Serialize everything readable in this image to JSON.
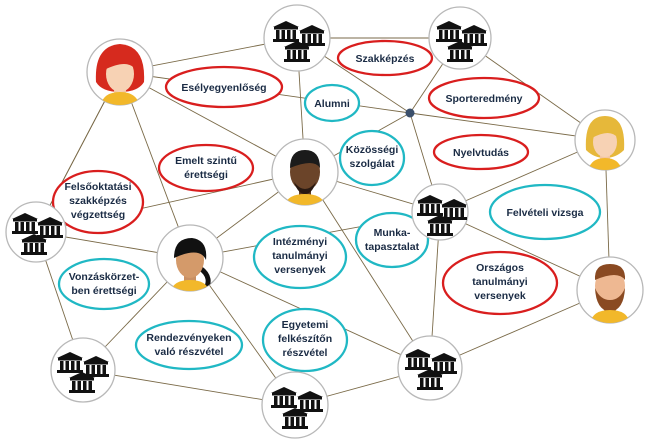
{
  "colors": {
    "red_ellipse": "#d91e1e",
    "teal_ellipse": "#20b8c4",
    "edge": "#7a6a48",
    "node_stroke": "#b8b8b8",
    "hub": "#3b4f6b",
    "label_text": "#1a2b44"
  },
  "node_icons": {
    "institution": "bank-building-icon",
    "person": "person-avatar-icon"
  },
  "labels": {
    "eselyegyenloseg": "Esélyegyenlőség",
    "szakkepzes": "Szakképzés",
    "alumni": "Alumni",
    "sporteredmeny": "Sporteredmény",
    "kozossegi": [
      "Közösségi",
      "szolgálat"
    ],
    "nyelvtudas": "Nyelvtudás",
    "emelt": [
      "Emelt szintű",
      "érettségi"
    ],
    "felsooktatasi": [
      "Felsőoktatási",
      "szakképzés",
      "végzettség"
    ],
    "felveteli": "Felvételi vizsga",
    "intezmenyi": [
      "Intézményi",
      "tanulmányi",
      "versenyek"
    ],
    "munka": [
      "Munka-",
      "tapasztalat"
    ],
    "vonzaskorzet": [
      "Vonzáskörzet-",
      "ben érettségi"
    ],
    "orszagos": [
      "Országos",
      "tanulmányi",
      "versenyek"
    ],
    "rendezvenyeken": [
      "Rendezvényeken",
      "való részvétel"
    ],
    "egyetemi": [
      "Egyetemi",
      "felkészítőn",
      "részvétel"
    ]
  }
}
